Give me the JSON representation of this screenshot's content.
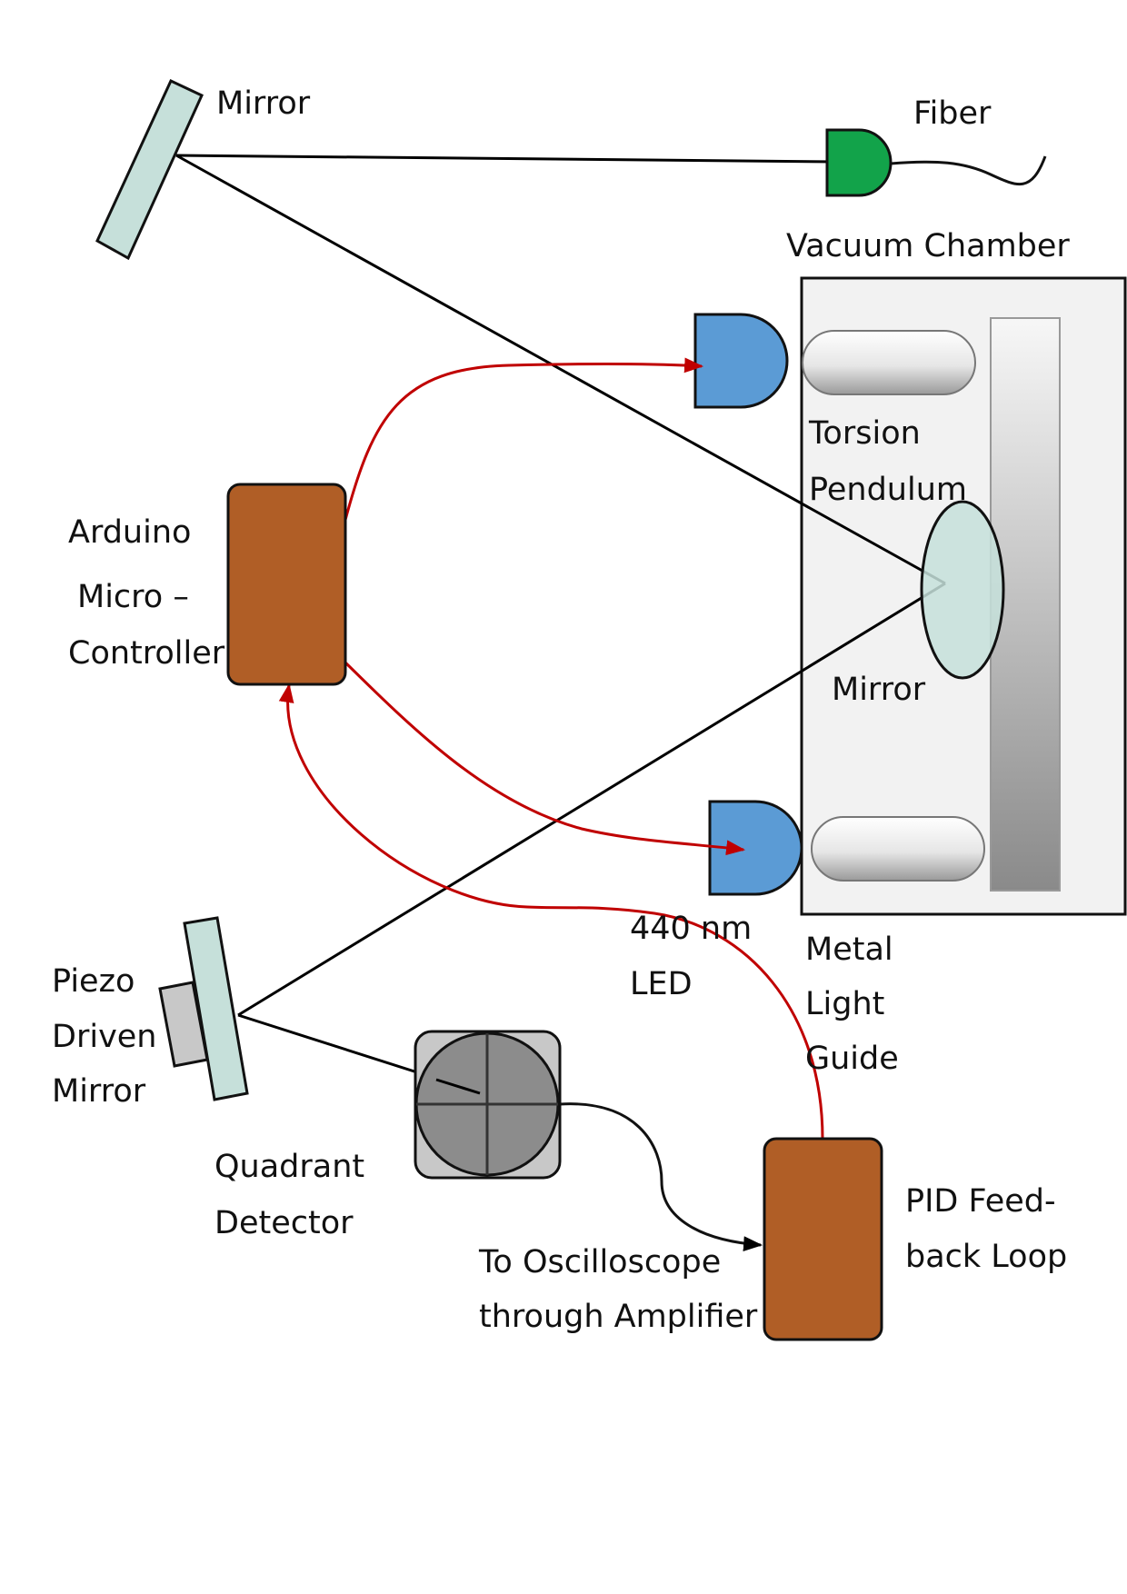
{
  "labels": {
    "top_mirror": "Mirror",
    "fiber": "Fiber",
    "vacuum_chamber": "Vacuum Chamber",
    "torsion_pendulum": [
      "Torsion",
      "Pendulum"
    ],
    "pendulum_mirror": "Mirror",
    "arduino": [
      "Arduino",
      "Micro –",
      "Controller"
    ],
    "led": [
      "440 nm",
      "LED"
    ],
    "light_guide": [
      "Metal",
      "Light",
      "Guide"
    ],
    "piezo_mirror": [
      "Piezo",
      "Driven",
      "Mirror"
    ],
    "quadrant_detector": [
      "Quadrant",
      "Detector"
    ],
    "oscilloscope": [
      "To Oscilloscope",
      "through Amplifier"
    ],
    "pid": [
      "PID Feed-",
      "back Loop"
    ]
  },
  "colors": {
    "mirror_fill": "#c6e0da",
    "fiber_coupler": "#12a34a",
    "led_blue": "#5b9bd5",
    "controller_brown": "#b05e26",
    "signal_red": "#c00000",
    "detector_gray": "#8c8c8c",
    "chamber_fill": "#f2f2f2"
  }
}
